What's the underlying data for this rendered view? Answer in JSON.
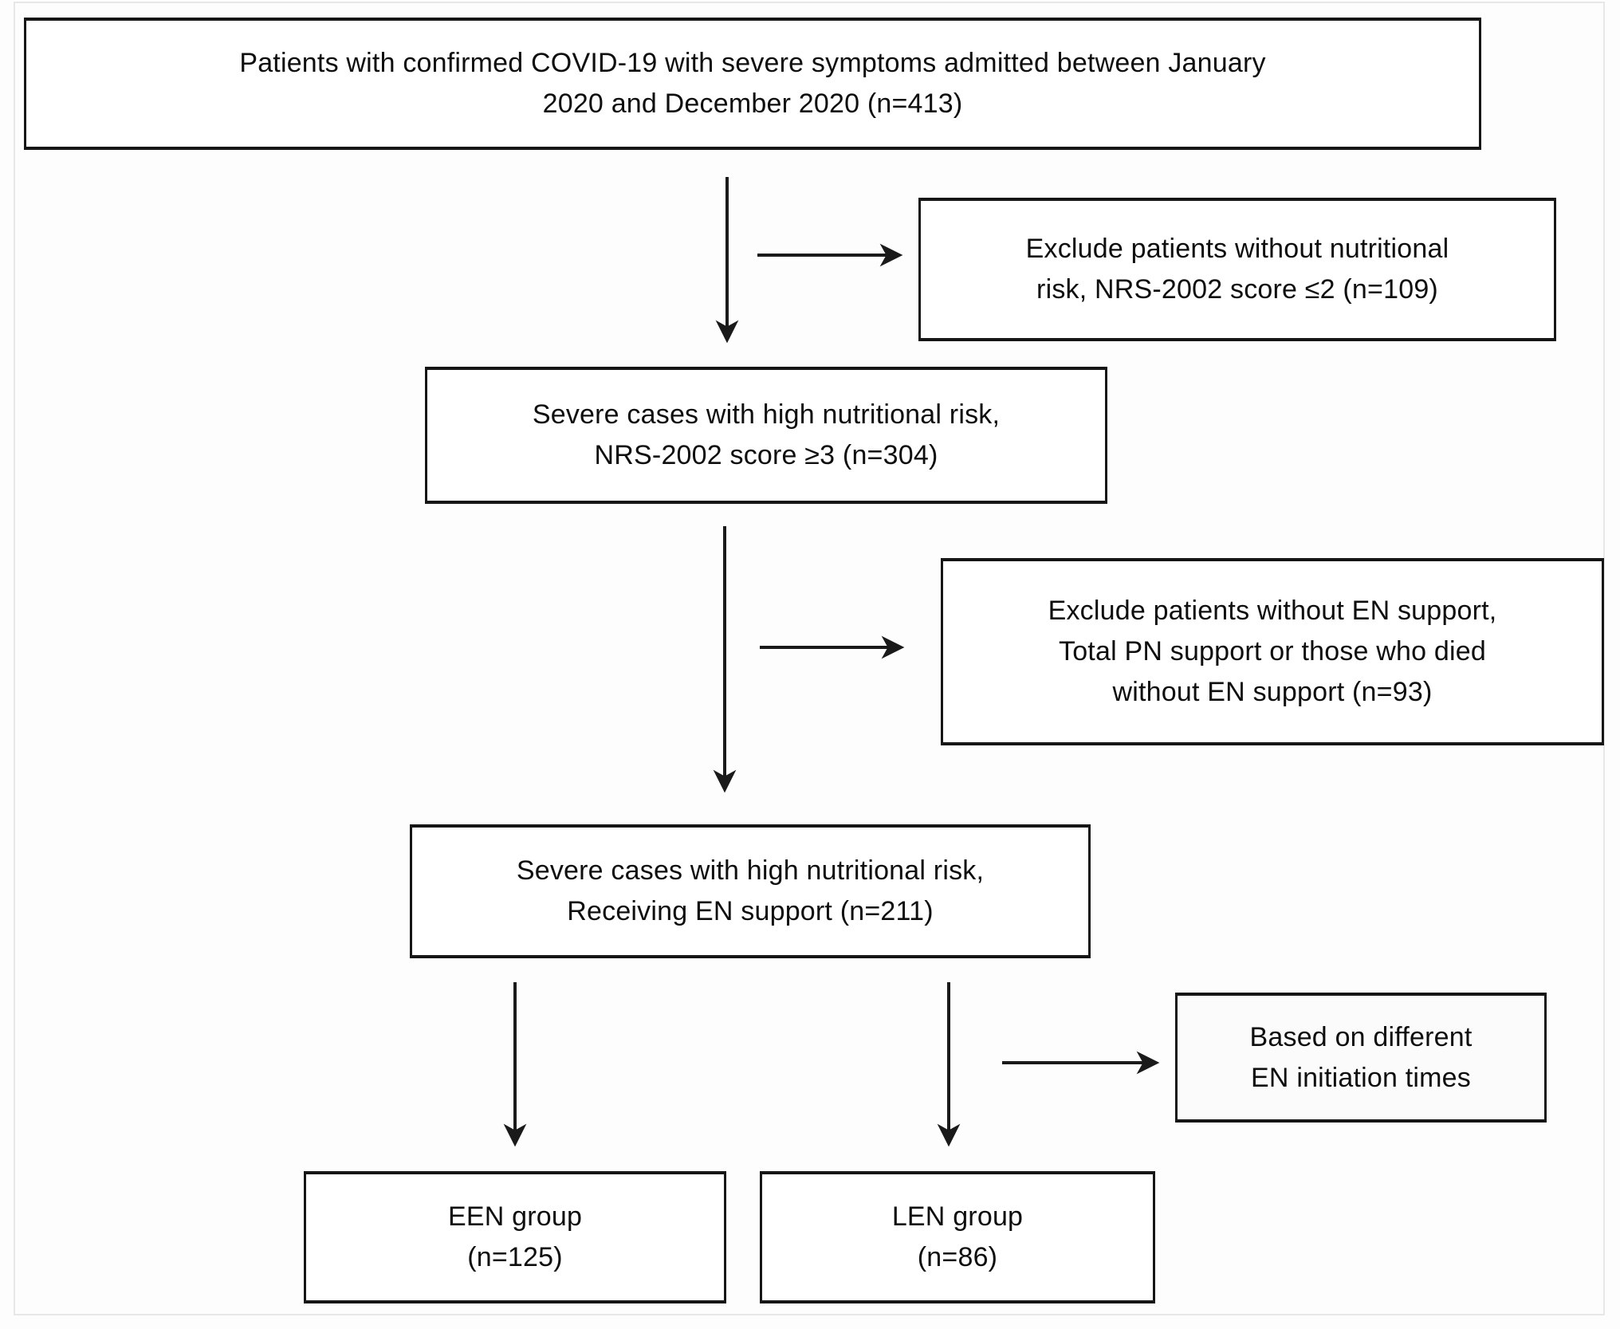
{
  "colors": {
    "line": "#1a1a1a",
    "border": "#161616",
    "box_background": "#ffffff",
    "note_background": "#fbfbfb",
    "page_background": "#fdfdfd"
  },
  "boxes": {
    "enrollment": {
      "lines": [
        "Patients with confirmed COVID-19 with severe symptoms admitted between January",
        "2020 and December 2020 (n=413)"
      ]
    },
    "exclude_nutritional": {
      "lines": [
        "Exclude patients without nutritional",
        "risk, NRS-2002 score ≤2 (n=109)"
      ]
    },
    "high_risk": {
      "lines": [
        "Severe cases with high nutritional risk,",
        "NRS-2002 score ≥3 (n=304)"
      ]
    },
    "exclude_en": {
      "lines": [
        "Exclude patients without EN support,",
        "Total PN support or those who died",
        "without EN support (n=93)"
      ]
    },
    "receiving_en": {
      "lines": [
        "Severe cases with high nutritional risk,",
        "Receiving EN support (n=211)"
      ]
    },
    "based_on": {
      "lines": [
        "Based on different",
        "EN initiation times"
      ]
    },
    "een_group": {
      "lines": [
        "EEN group",
        "(n=125)"
      ]
    },
    "len_group": {
      "lines": [
        "LEN group",
        "(n=86)"
      ]
    }
  }
}
